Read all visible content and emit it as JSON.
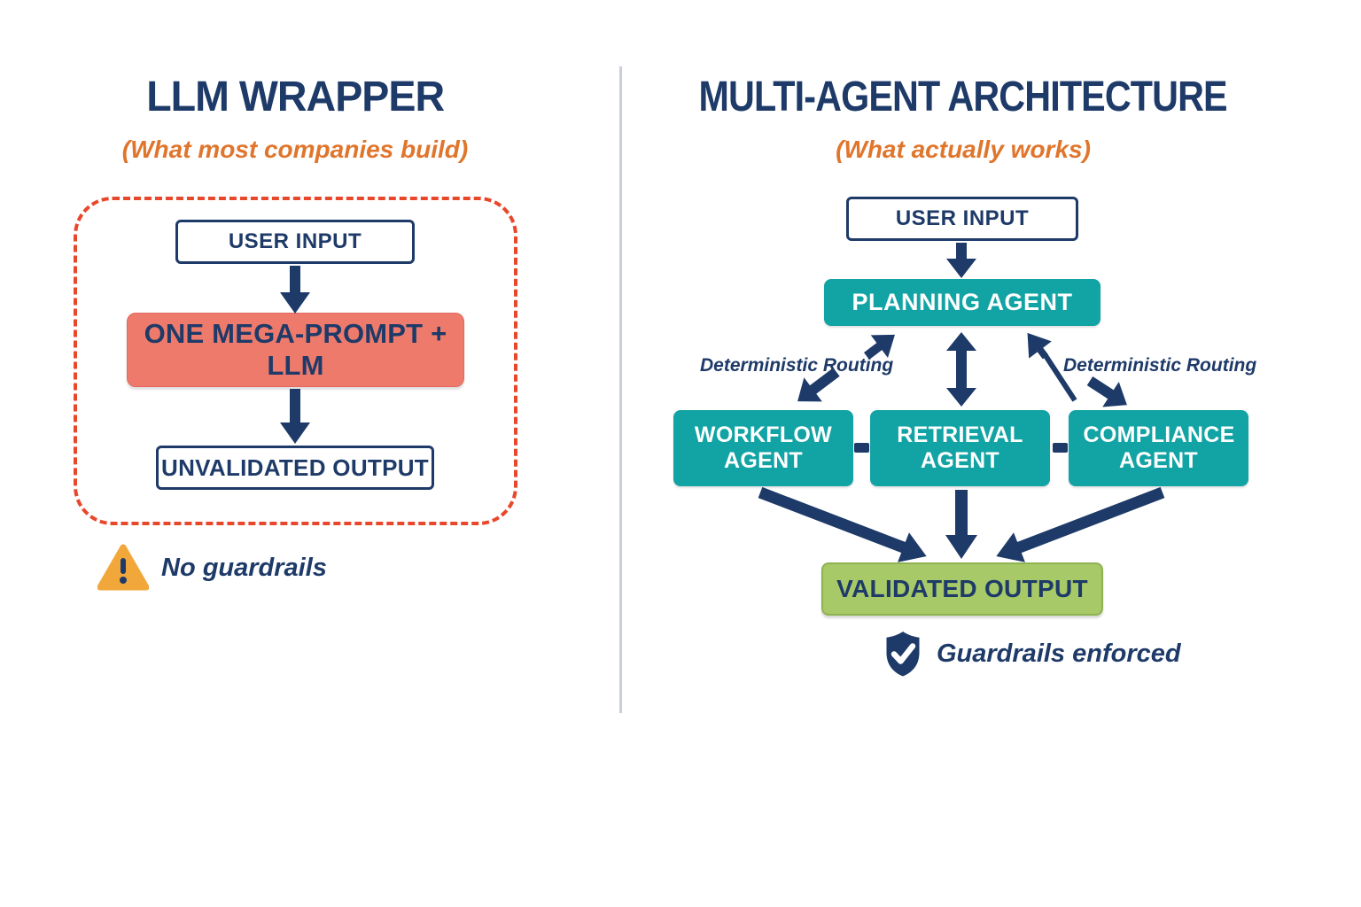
{
  "colors": {
    "navy": "#1e3a68",
    "teal": "#12a3a4",
    "salmon": "#ee7a6c",
    "salmon_border": "#e3695e",
    "green": "#a7c967",
    "green_border": "#8fb251",
    "orange": "#e0752c",
    "red_dash": "#e8472b",
    "warning_yellow": "#f2a73b",
    "divider": "#c9ced9",
    "white": "#ffffff"
  },
  "left_panel": {
    "title": "LLM WRAPPER",
    "subtitle": "(What most companies build)",
    "user_input_label": "USER INPUT",
    "mega_prompt_label": "ONE MEGA-PROMPT + LLM",
    "output_label": "UNVALIDATED OUTPUT",
    "footnote_label": "No guardrails"
  },
  "right_panel": {
    "title": "MULTI-AGENT ARCHITECTURE",
    "subtitle": "(What actually works)",
    "user_input_label": "USER INPUT",
    "planning_label": "PLANNING AGENT",
    "routing_label_left": "Deterministic Routing",
    "routing_label_right": "Deterministic Routing",
    "agents": [
      {
        "label": "WORKFLOW AGENT"
      },
      {
        "label": "RETRIEVAL AGENT"
      },
      {
        "label": "COMPLIANCE AGENT"
      }
    ],
    "validated_label": "VALIDATED OUTPUT",
    "footnote_label": "Guardrails enforced"
  }
}
